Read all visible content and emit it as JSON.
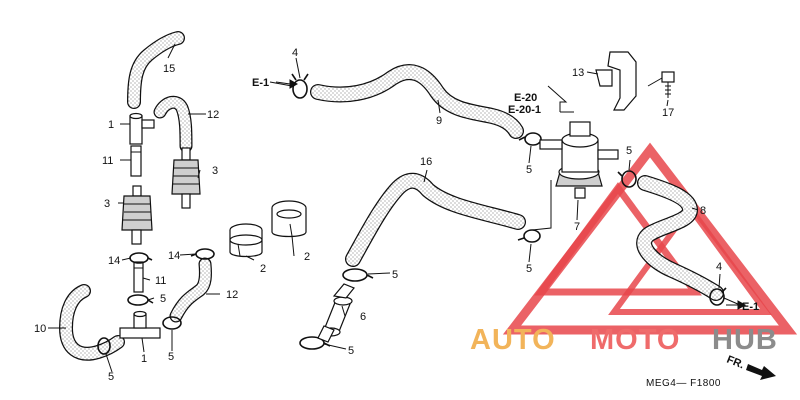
{
  "diagram": {
    "part_labels": {
      "p1a": "1",
      "p1b": "1",
      "p2a": "2",
      "p2b": "2",
      "p3a": "3",
      "p3b": "3",
      "p4a": "4",
      "p4b": "4",
      "p5a": "5",
      "p5b": "5",
      "p5c": "5",
      "p5d": "5",
      "p5e": "5",
      "p5f": "5",
      "p5g": "5",
      "p5h": "5",
      "p6": "6",
      "p7": "7",
      "p8": "8",
      "p9": "9",
      "p10": "10",
      "p11a": "11",
      "p11b": "11",
      "p12a": "12",
      "p12b": "12",
      "p13": "13",
      "p14a": "14",
      "p14b": "14",
      "p15": "15",
      "p16": "16",
      "p17": "17"
    },
    "refs": {
      "e1_left": "E-1",
      "e1_right": "E-1",
      "e20": "E-20",
      "e201": "E-20-1"
    },
    "direction_label": "FR.",
    "diagram_code": "MEG4— F1800"
  },
  "watermark": {
    "part1": "AUTO",
    "part2": "MOTO",
    "part3": "HUB",
    "colors": {
      "auto": "#f2b45a",
      "moto": "#ef6b6b",
      "hub": "#8c8c8c",
      "triangle": "#e8474b"
    }
  }
}
